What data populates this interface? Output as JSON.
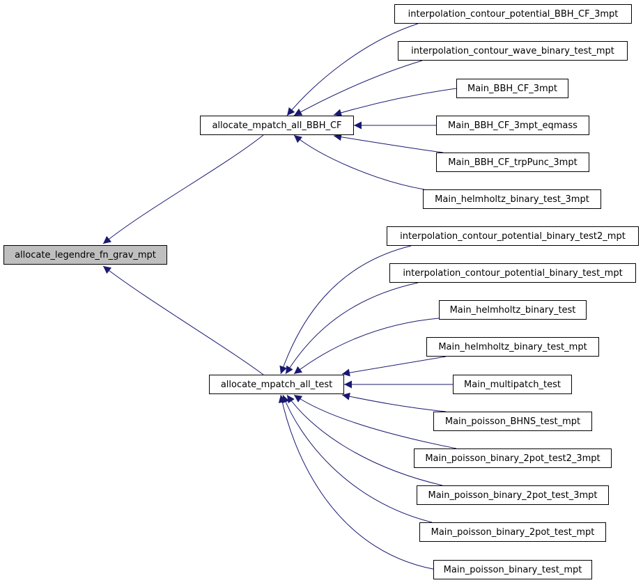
{
  "colors": {
    "edge": "#191970",
    "node_border": "#000000",
    "node_fill": "#ffffff",
    "root_fill": "#bfbfbf"
  },
  "diagram": {
    "root": {
      "label": "allocate_legendre_fn_grav_mpt"
    },
    "groups": [
      {
        "label": "allocate_mpatch_all_BBH_CF",
        "callers": [
          "interpolation_contour_potential_BBH_CF_3mpt",
          "interpolation_contour_wave_binary_test_mpt",
          "Main_BBH_CF_3mpt",
          "Main_BBH_CF_3mpt_eqmass",
          "Main_BBH_CF_trpPunc_3mpt",
          "Main_helmholtz_binary_test_3mpt"
        ]
      },
      {
        "label": "allocate_mpatch_all_test",
        "callers": [
          "interpolation_contour_potential_binary_test2_mpt",
          "interpolation_contour_potential_binary_test_mpt",
          "Main_helmholtz_binary_test",
          "Main_helmholtz_binary_test_mpt",
          "Main_multipatch_test",
          "Main_poisson_BHNS_test_mpt",
          "Main_poisson_binary_2pot_test2_3mpt",
          "Main_poisson_binary_2pot_test_3mpt",
          "Main_poisson_binary_2pot_test_mpt",
          "Main_poisson_binary_test_mpt"
        ]
      }
    ]
  }
}
